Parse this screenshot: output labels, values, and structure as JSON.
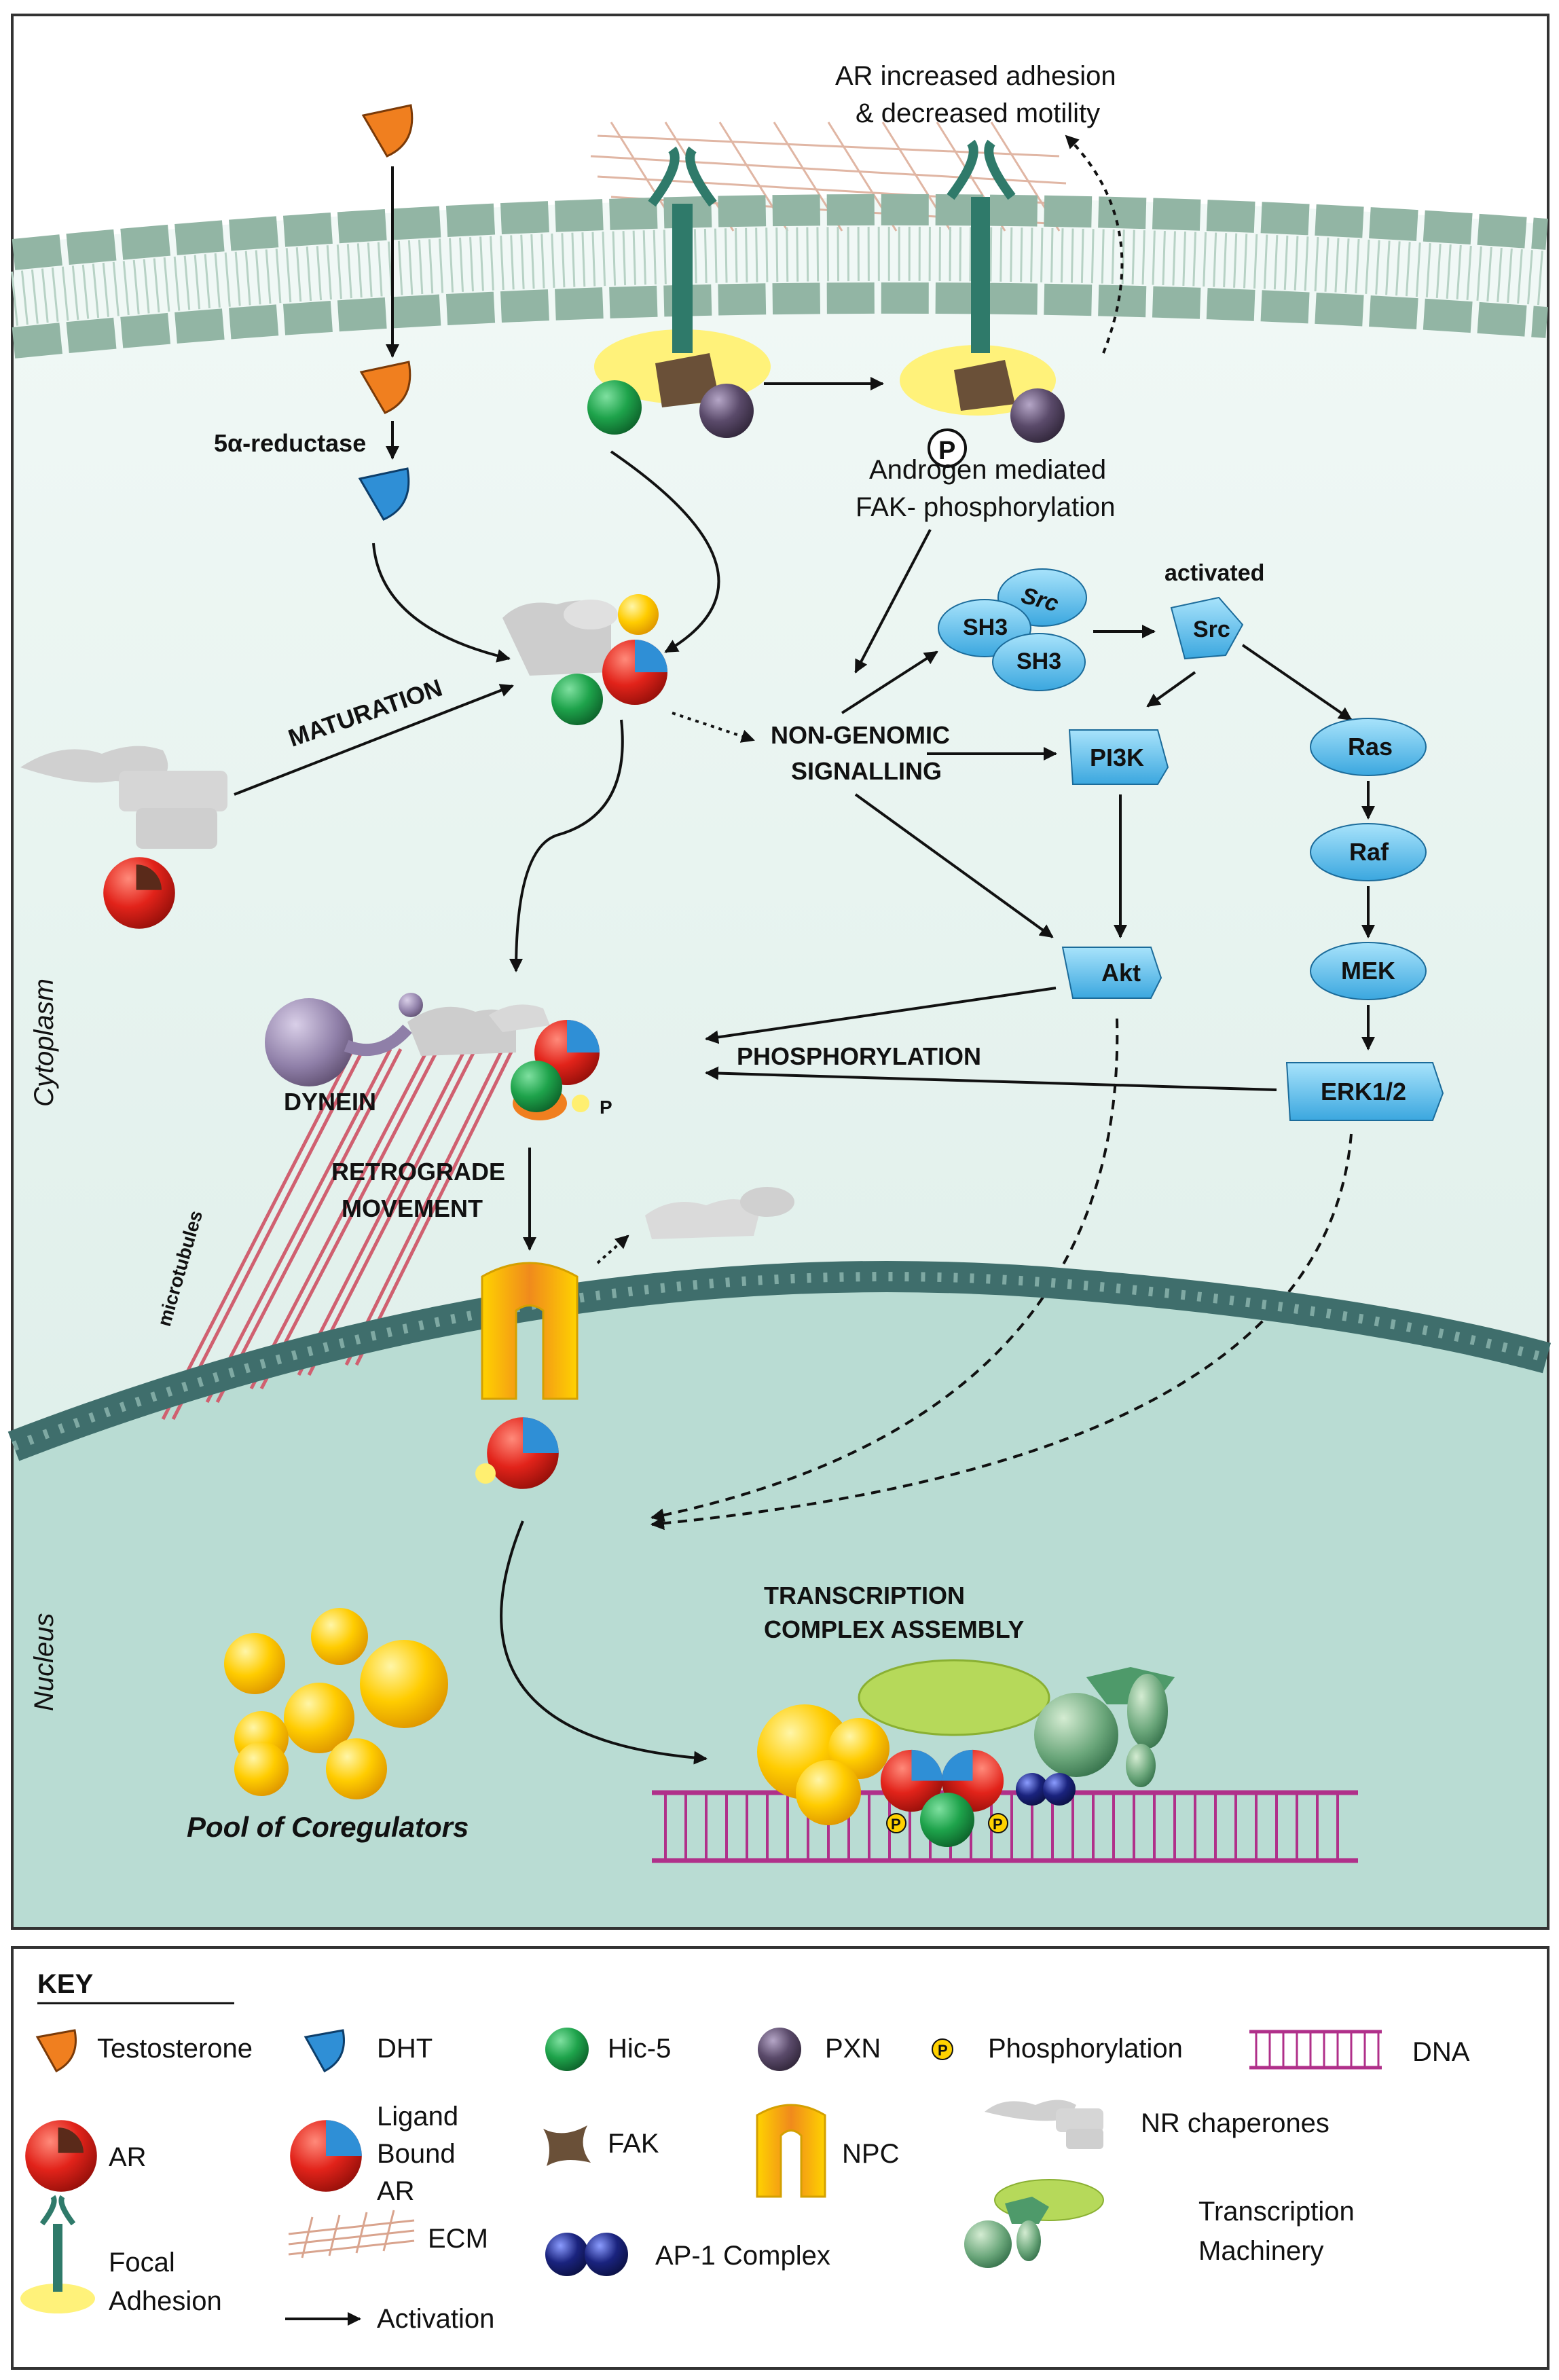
{
  "colors": {
    "cytoplasm": "#e2f1ec",
    "nucleus": "#b9dcd3",
    "membrane": "#92b5a4",
    "envelope": "#3f6e6c",
    "kinase": "#5ec0ec",
    "testosterone": "#f07f1f",
    "dht": "#2f8fd6",
    "ar_red": "#e2231a",
    "hic5": "#1ea34b",
    "pxn": "#5a4a6a",
    "fak": "#6a5038",
    "npc": "#ffd200",
    "ap1": "#1a237e",
    "dna": "#b0308a",
    "coregulator": "#ffcc00",
    "chaperone": "#c9c9c9",
    "transcription": "#7fbf4f"
  },
  "icons": [
    "testosterone-icon",
    "dht-icon",
    "hic5-icon",
    "pxn-icon",
    "phosphorylation-icon",
    "dna-icon",
    "ar-icon",
    "ligand-bound-ar-icon",
    "fak-icon",
    "npc-icon",
    "nr-chaperones-icon",
    "focal-adhesion-icon",
    "ecm-icon",
    "ap1-complex-icon",
    "activation-arrow-icon",
    "transcription-machinery-icon"
  ],
  "diagram": {
    "ar_motility_1": "AR increased adhesion",
    "ar_motility_2": "& decreased motility",
    "reductase": "5α-reductase",
    "fak_phos_1": "Androgen mediated",
    "fak_phos_2": "FAK- phosphorylation",
    "activated": "activated",
    "src_small": "Src",
    "sh3_a": "SH3",
    "sh3_b": "SH3",
    "src": "Src",
    "maturation": "MATURATION",
    "nongenomic_1": "NON-GENOMIC",
    "nongenomic_2": "SIGNALLING",
    "pi3k": "PI3K",
    "ras": "Ras",
    "raf": "Raf",
    "mek": "MEK",
    "akt": "Akt",
    "erk": "ERK1/2",
    "phosphorylation": "PHOSPHORYLATION",
    "dynein": "DYNEIN",
    "p_label": "P",
    "retro_1": "RETROGRADE",
    "retro_2": "MOVEMENT",
    "microtubules": "microtubules",
    "cytoplasm": "Cytoplasm",
    "nucleus": "Nucleus",
    "tca_1": "TRANSCRIPTION",
    "tca_2": "COMPLEX ASSEMBLY",
    "pool": "Pool of Coregulators",
    "p_fak": "P",
    "p_dna_1": "P",
    "p_dna_2": "P"
  },
  "key": {
    "title": "KEY",
    "testosterone": "Testosterone",
    "dht": "DHT",
    "hic5": "Hic-5",
    "pxn": "PXN",
    "phosphorylation": "Phosphorylation",
    "p_glyph": "P",
    "dna": "DNA",
    "ar": "AR",
    "ligand_1": "Ligand",
    "ligand_2": "Bound",
    "ligand_3": "AR",
    "fak": "FAK",
    "npc": "NPC",
    "chaperones": "NR chaperones",
    "focal_1": "Focal",
    "focal_2": "Adhesion",
    "ecm": "ECM",
    "ap1": "AP-1 Complex",
    "transcription_1": "Transcription",
    "transcription_2": "Machinery",
    "activation": "Activation"
  }
}
